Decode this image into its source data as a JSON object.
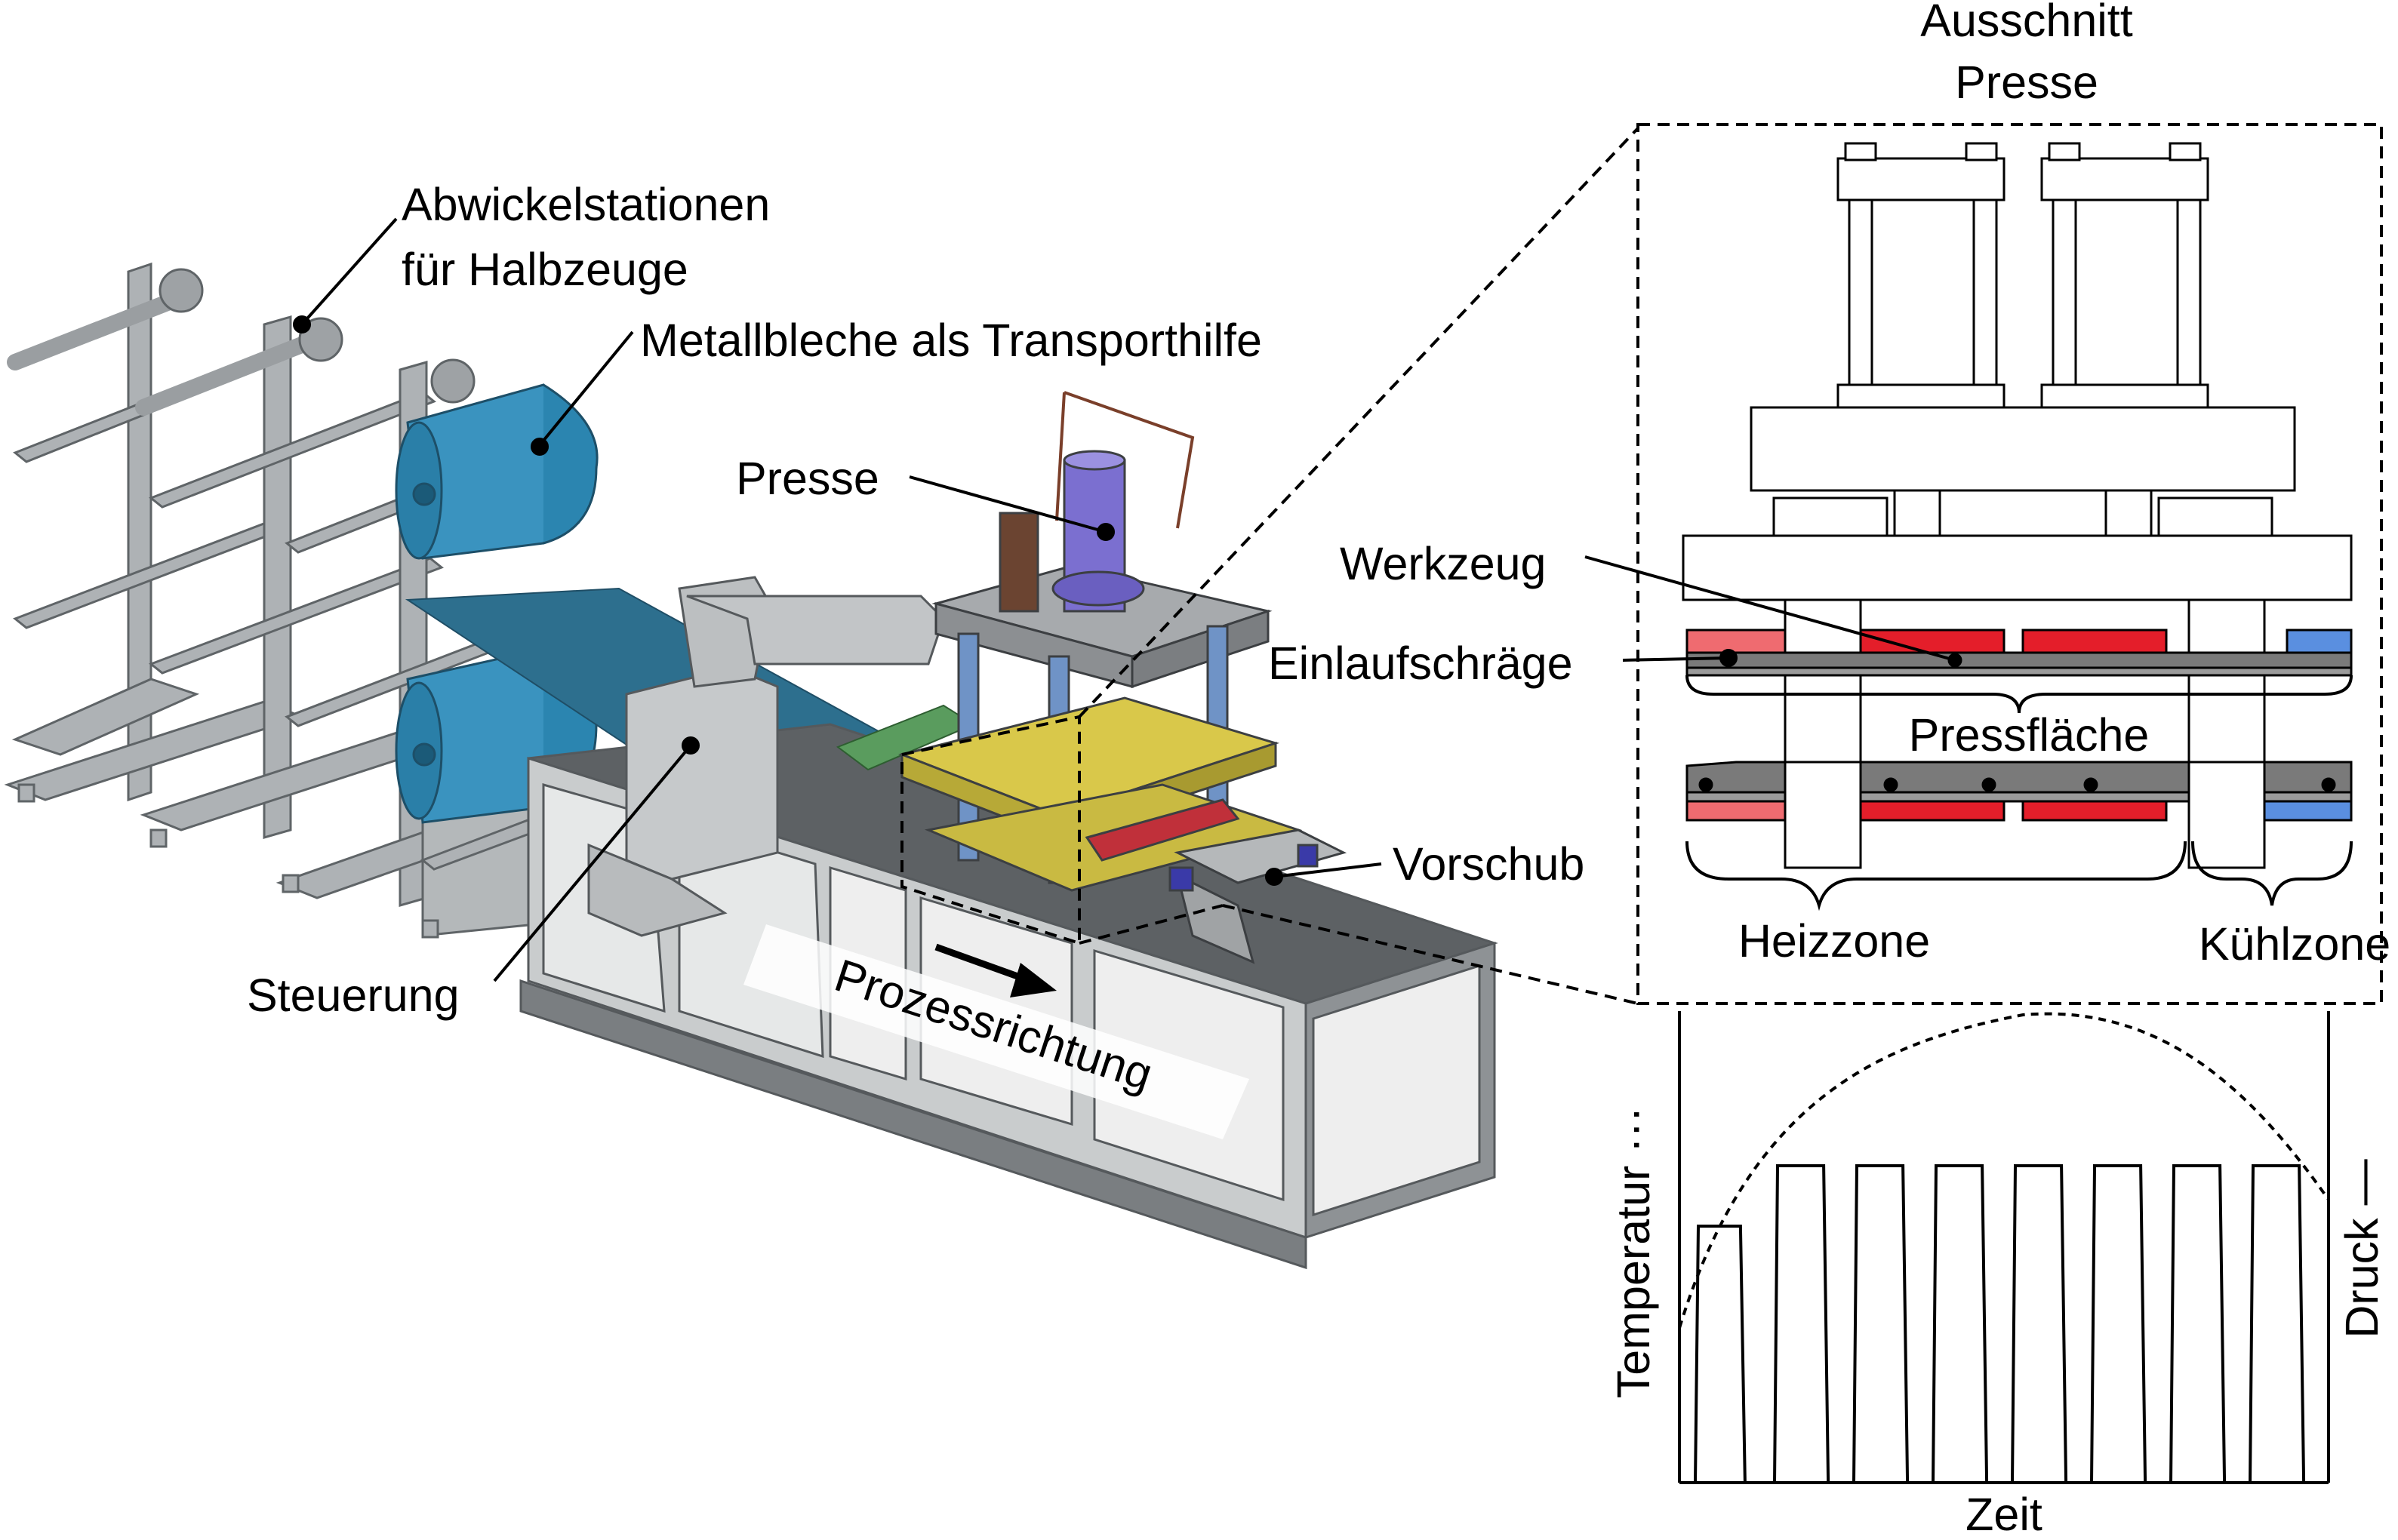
{
  "labels": {
    "abwickel_line1": "Abwickelstationen",
    "abwickel_line2": "für Halbzeuge",
    "metallbleche": "Metallbleche als Transporthilfe",
    "presse": "Presse",
    "steuerung": "Steuerung",
    "vorschub": "Vorschub",
    "prozessrichtung": "Prozessrichtung",
    "ausschnitt_line1": "Ausschnitt",
    "ausschnitt_line2": "Presse",
    "werkzeug": "Werkzeug",
    "einlaufschraege": "Einlaufschräge",
    "pressflaeche": "Pressfläche",
    "heizzone": "Heizzone",
    "kuehlzone": "Kühlzone",
    "temperatur": "Temperatur ···",
    "druck": "Druck —",
    "zeit": "Zeit"
  },
  "colors": {
    "steel": "#a9adb0",
    "steel_dark": "#6e7377",
    "roll_blue": "#2b85b0",
    "sheet_blue": "#2d6f8e",
    "press_purple": "#7b6fd0",
    "column_blue": "#6f93c6",
    "tool_yellow": "#d9c84a",
    "heat_red": "#e41e2a",
    "heat_red_light": "#ef6b70",
    "cool_blue": "#5a8fe0",
    "bar_grey": "#7a7a7a"
  },
  "pressure_cycles": 8
}
